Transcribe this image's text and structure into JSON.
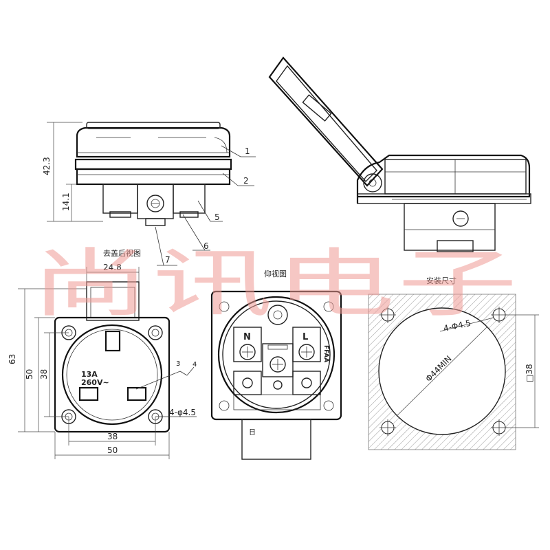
{
  "watermark": "尚讯电子",
  "captions": {
    "rear_view": "去盖后视图",
    "bottom_view": "仰视图",
    "mounting": "安装尺寸"
  },
  "part_labels": [
    "1",
    "2",
    "3",
    "4",
    "5",
    "6",
    "7"
  ],
  "side_dims": {
    "height_total": "42.3",
    "height_base": "14.1"
  },
  "front_dims": {
    "top_width": "24.8",
    "height_outer": "63",
    "height_mid": "50",
    "height_inner": "38",
    "width_inner": "38",
    "width_outer": "50",
    "holes": "4-φ4.5",
    "rating_current": "13A",
    "rating_voltage": "260V~"
  },
  "terminals": {
    "neutral": "N",
    "live": "L",
    "logo": "FFAA"
  },
  "mount_dims": {
    "holes": "4-Φ4.5",
    "diameter": "Φ44MIN",
    "square": "□38"
  },
  "colors": {
    "line": "#222222",
    "watermark": "#ef9b95",
    "hatch": "#9a9a9a"
  }
}
